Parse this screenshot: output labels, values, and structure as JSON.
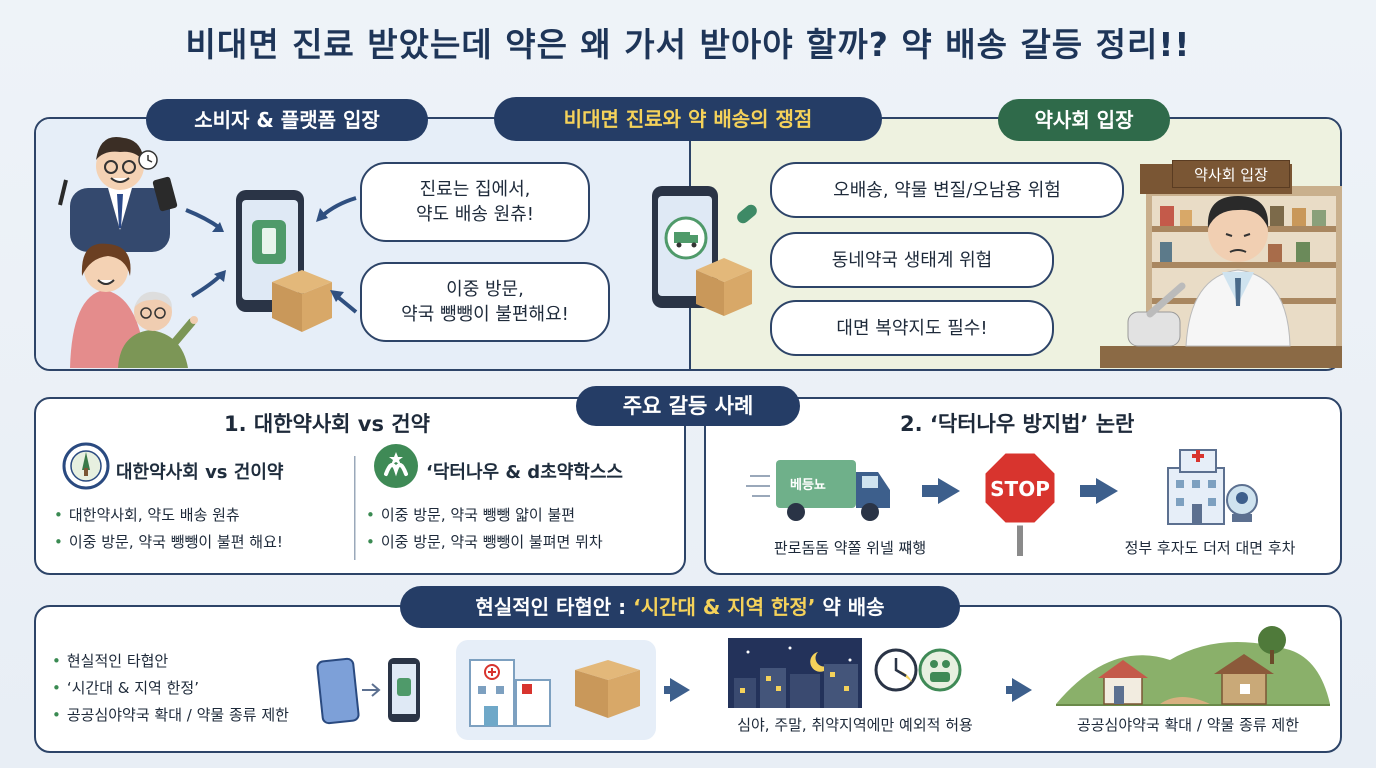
{
  "title": "비대면 진료 받았는데 약은 왜 가서 받아야 할까? 약 배송 갈등 정리!!",
  "colors": {
    "navy": "#253d66",
    "green": "#2f6a4a",
    "gold": "#f5d25a"
  },
  "top": {
    "left_pill": "소비자 & 플랫폼 입장",
    "center_pill": "비대면 진료와 약 배송의 쟁점",
    "right_pill": "약사회 입장",
    "consumer_bubbles": [
      {
        "line1": "진료는 집에서,",
        "line2": "약도 배송 원츄!"
      },
      {
        "line1": "이중 방문,",
        "line2": "약국 뺑뺑이 불편해요!"
      }
    ],
    "pharmacy_bubbles": [
      "오배송, 약물 변질/오남용 위험",
      "동네약국 생태계 위협",
      "대면 복약지도 필수!"
    ],
    "pharmacy_sign": "약사회 입장",
    "truck_icon": "truck-icon"
  },
  "conflicts": {
    "pill": "주요 갈등 사례",
    "case1": {
      "title": "1. 대한약사회 vs 건약",
      "left_org": "대한약사회 vs 건이약",
      "left_bullets": [
        "대한약사회, 약도 배송 원츄",
        "이중 방문, 약국 뺑뺑이 불편 해요!"
      ],
      "right_org": "‘닥터나우 & d초약학스스",
      "right_bullets": [
        "이중 방문, 약국 뺑뺑 얇이 불편",
        "이중 방문, 약국 뺑뺑이 불펴면 뮈차"
      ]
    },
    "case2": {
      "title": "2. ‘닥터나우 방지법’ 논란",
      "truck_label": "베등뇨",
      "stop_label": "STOP",
      "caption_left": "판로돔돔 약쫄 위넬 쨰행",
      "caption_right": "정부 후자도 더저 대면 후차"
    }
  },
  "compromise": {
    "pill_prefix": "현실적인 타협안 : ",
    "pill_highlight": "‘시간대 & 지역 한정’",
    "pill_suffix": " 약 배송",
    "bullets": [
      "현실적인 타협안",
      "‘시간대 & 지역 한정’",
      "공공심야약국 확대 / 약물 종류 제한"
    ],
    "caption_night": "심야, 주말, 취약지역에만 예외적 허용",
    "caption_village": "공공심야약국 확대 / 약물 종류 제한"
  }
}
